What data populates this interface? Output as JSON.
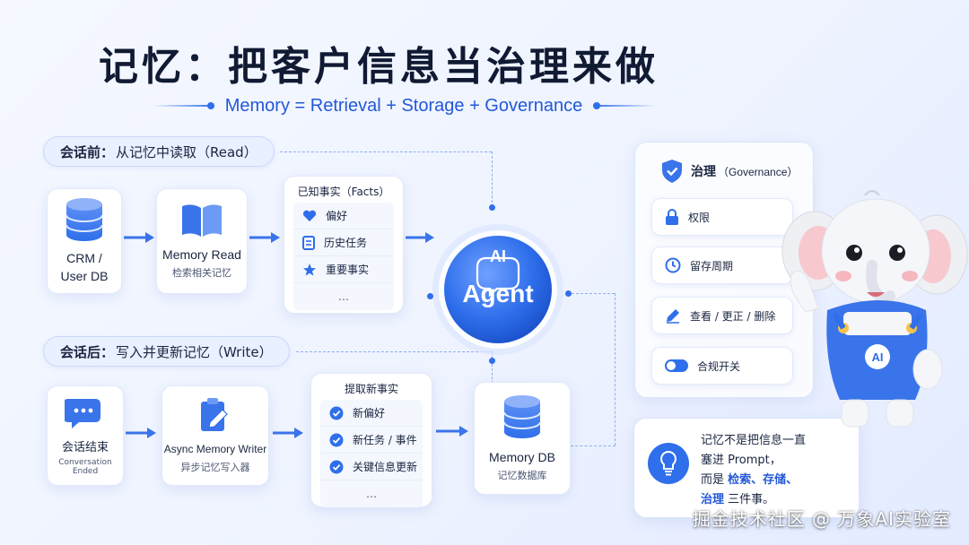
{
  "title": "记忆：把客户信息当治理来做",
  "subtitle": "Memory = Retrieval + Storage + Governance",
  "before_session": {
    "label_bold": "会话前：",
    "label_rest": "从记忆中读取（Read）"
  },
  "after_session": {
    "label_bold": "会话后：",
    "label_rest": "写入并更新记忆（Write）"
  },
  "crm_card": {
    "line1": "CRM /",
    "line2": "User DB"
  },
  "memory_read_card": {
    "title": "Memory Read",
    "subtitle": "检索相关记忆"
  },
  "facts_card": {
    "title": "已知事实（Facts）",
    "items": [
      {
        "icon": "heart-icon",
        "label": "偏好"
      },
      {
        "icon": "list-icon",
        "label": "历史任务"
      },
      {
        "icon": "star-icon",
        "label": "重要事实"
      }
    ],
    "more": "…"
  },
  "agent": {
    "badge": "AI",
    "label": "Agent"
  },
  "session_end_card": {
    "title": "会话结束",
    "subtitle": "Conversation Ended"
  },
  "async_writer_card": {
    "title": "Async Memory Writer",
    "subtitle": "异步记忆写入器"
  },
  "extract_card": {
    "title": "提取新事实",
    "items": [
      {
        "icon": "check-icon",
        "label": "新偏好"
      },
      {
        "icon": "check-icon",
        "label": "新任务 / 事件"
      },
      {
        "icon": "check-icon",
        "label": "关键信息更新"
      }
    ],
    "more": "…"
  },
  "memory_db_card": {
    "title": "Memory DB",
    "subtitle": "记忆数据库"
  },
  "governance": {
    "title": "治理",
    "title_en": "（Governance）",
    "items": [
      {
        "icon": "lock-icon",
        "label": "权限"
      },
      {
        "icon": "clock-icon",
        "label": "留存周期"
      },
      {
        "icon": "pencil-icon",
        "label": "查看 / 更正 / 删除"
      },
      {
        "icon": "toggle-icon",
        "label": "合规开关"
      }
    ]
  },
  "note": {
    "line1": "记忆不是把信息一直",
    "line2": "塞进 Prompt，",
    "line3_prefix": "而是 ",
    "line3_hl": "检索、存储、",
    "line4_hl": "治理",
    "line4_suffix": " 三件事。"
  },
  "mascot": {
    "badge": "AI"
  },
  "watermark": "掘金技术社区 @ 万象AI实验室",
  "colors": {
    "accent": "#2f6feb",
    "accent_dark": "#2358d8",
    "bg": "#eef3ff"
  }
}
